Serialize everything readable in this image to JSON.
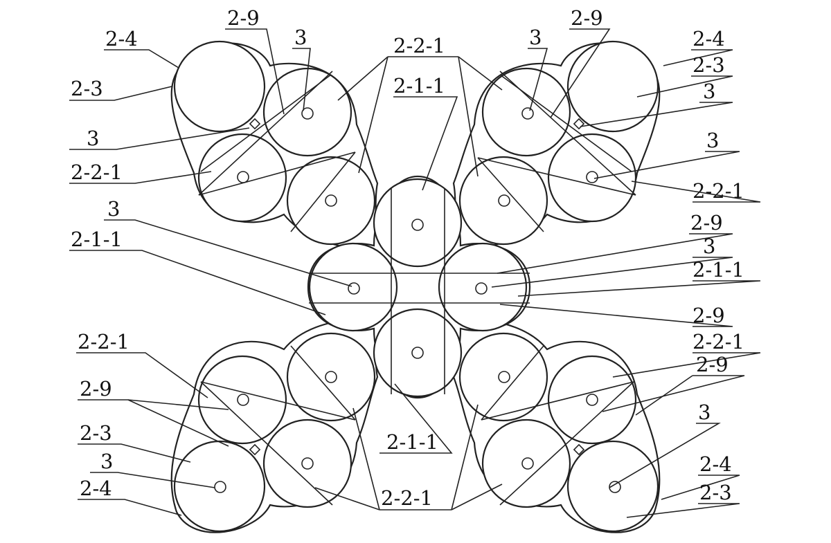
{
  "diagram": {
    "labels": {
      "l1": "2-4",
      "l2": "2-9",
      "l3": "3",
      "l4": "2-2-1",
      "l5": "3",
      "l6": "2-9",
      "l7": "2-4",
      "l8": "2-3",
      "l9": "2-1-1",
      "l10": "2-3",
      "l11": "3",
      "l12": "3",
      "l13": "2-2-1",
      "l14": "3",
      "l15": "2-2-1",
      "l16": "3",
      "l17": "2-9",
      "l18": "2-1-1",
      "l19": "3",
      "l20": "2-1-1",
      "l21": "2-9",
      "l22": "2-2-1",
      "l23": "2-2-1",
      "l24": "2-9",
      "l25": "2-9",
      "l26": "2-3",
      "l27": "3",
      "l28": "2-1-1",
      "l29": "3",
      "l30": "2-4",
      "l31": "2-4",
      "l32": "2-2-1",
      "l33": "2-3"
    }
  }
}
